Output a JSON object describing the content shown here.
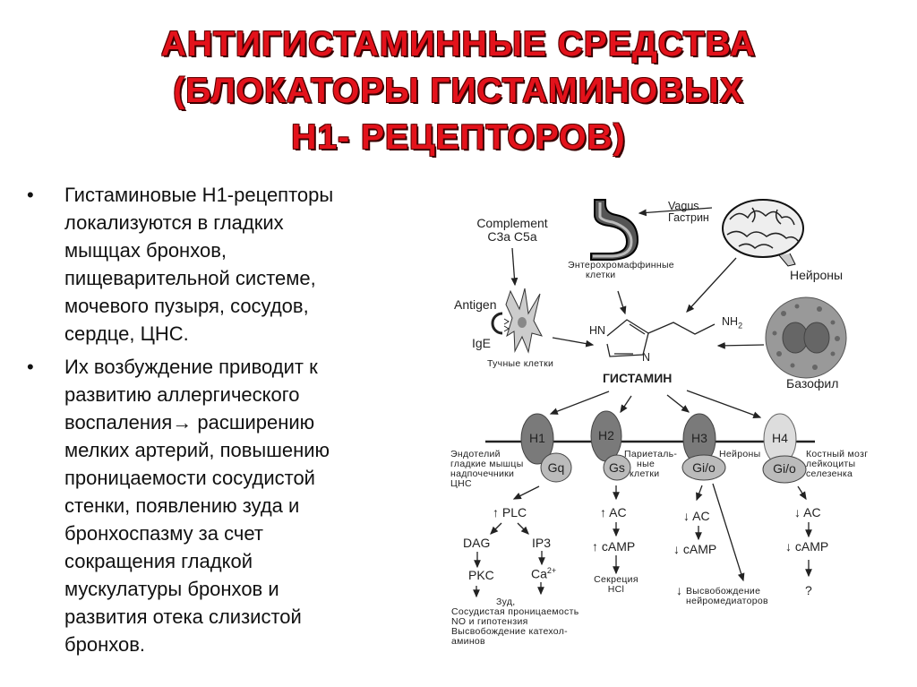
{
  "title": {
    "lines": [
      "АНТИГИСТАМИННЫЕ СРЕДСТВА",
      "(БЛОКАТОРЫ ГИСТАМИНОВЫХ",
      "Н1- РЕЦЕПТОРОВ)"
    ]
  },
  "bullets": [
    {
      "marker": "•",
      "lines": [
        "Гистаминовые Н1-рецепторы",
        "локализуются в гладких",
        "мыщцах бронхов,",
        "пищеварительной системе,",
        "мочевого пузыря, сосудов,",
        "сердце, ЦНС."
      ]
    },
    {
      "marker": "•",
      "lines": [
        "Их возбуждение приводит к",
        "развитию аллергического",
        "воспаления→ расширению",
        "мелких артерий, повышению",
        "проницаемости сосудистой",
        "стенки, появлению зуда и",
        "бронхоспазму за счет",
        "сокращения гладкой",
        "мускулатуры бронхов и",
        "развития отека слизистой",
        "бронхов."
      ]
    }
  ],
  "diagram": {
    "complement": [
      "Complement",
      "C3a C5a"
    ],
    "vagus": [
      "Vagus",
      "Гастрин"
    ],
    "entero": [
      "Энтерохромаффинные",
      "клетки"
    ],
    "neurons": "Нейроны",
    "antigen": "Antigen",
    "ige": "IgE",
    "mast": "Тучные клетки",
    "hn": "HN",
    "n": "N",
    "nh2": "NH",
    "nh2_sub": "2",
    "histamine": "ГИСТАМИН",
    "basophil": "Базофил",
    "receptors": [
      {
        "name": "H1",
        "g": "Gq"
      },
      {
        "name": "H2",
        "g": "Gs"
      },
      {
        "name": "H3",
        "g": "Gi/o"
      },
      {
        "name": "H4",
        "g": "Gi/o"
      }
    ],
    "loc_h1": [
      "Эндотелий",
      "гладкие мышцы",
      "надпочечники",
      "ЦНС"
    ],
    "loc_h2": [
      "Париеталь-",
      "ные",
      "клетки"
    ],
    "loc_h3": "Нейроны",
    "loc_h4": [
      "Костный мозг",
      "лейкоциты",
      "селезенка"
    ],
    "h1": {
      "plc": "↑ PLC",
      "dag": "DAG",
      "ip3": "IP3",
      "pkc": "PKC",
      "ca": "Ca",
      "ca_sup": "2+",
      "effects": [
        "Зуд,",
        "Сосудистая проницаемость",
        "NO и гипотензия",
        "Высвобождение катехол-",
        "аминов"
      ]
    },
    "h2": {
      "ac": "↑ AC",
      "camp": "↑ cAMP",
      "effect": [
        "Секреция",
        "HCl"
      ]
    },
    "h3": {
      "ac": "↓ AC",
      "camp": "↓ cAMP",
      "effect": [
        "Высвобождение",
        "нейромедиаторов"
      ],
      "effect_arrow": "↓"
    },
    "h4": {
      "ac": "↓ AC",
      "camp": "↓ cAMP",
      "effect": "?"
    }
  }
}
